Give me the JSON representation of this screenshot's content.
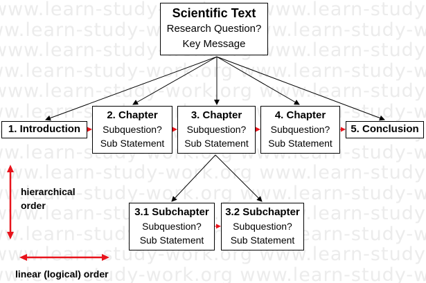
{
  "watermark": "www.learn-study-work.org",
  "root": {
    "title": "Scientific Text",
    "line1": "Research Question?",
    "line2": "Key Message"
  },
  "intro": {
    "title": "1. Introduction"
  },
  "chapter2": {
    "title": "2. Chapter",
    "line1": "Subquestion?",
    "line2": "Sub Statement"
  },
  "chapter3": {
    "title": "3. Chapter",
    "line1": "Subquestion?",
    "line2": "Sub Statement"
  },
  "chapter4": {
    "title": "4. Chapter",
    "line1": "Subquestion?",
    "line2": "Sub Statement"
  },
  "conclusion": {
    "title": "5. Conclusion"
  },
  "sub31": {
    "title": "3.1 Subchapter",
    "line1": "Subquestion?",
    "line2": "Sub Statement"
  },
  "sub32": {
    "title": "3.2 Subchapter",
    "line1": "Subquestion?",
    "line2": "Sub Statement"
  },
  "legend": {
    "hierarchical_line1": "hierarchical",
    "hierarchical_line2": "order",
    "linear": "linear (logical) order"
  },
  "colors": {
    "arrow_red": "#e8131b",
    "box_border": "#000000"
  }
}
